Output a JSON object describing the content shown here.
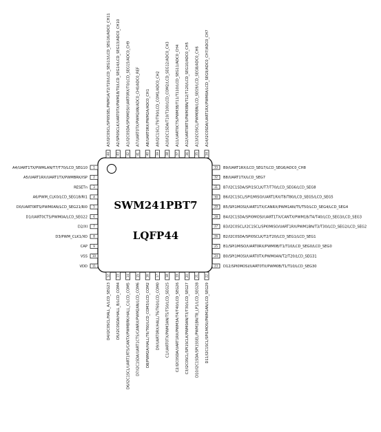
{
  "chip": {
    "part_number": "SWM241PBT7",
    "package": "LQFP44"
  },
  "colors": {
    "outline": "#000000",
    "text": "#111111",
    "background": "#ffffff"
  },
  "pins": {
    "left": [
      {
        "num": "1",
        "label": "A4/UART1TX/PWMLAN/T7/T70/LCD_SEG10"
      },
      {
        "num": "2",
        "label": "A5/UART1RX/UART1TX/PWMBRK/ISP"
      },
      {
        "num": "3",
        "label": "RESETn"
      },
      {
        "num": "4",
        "label": "A6/PWM_CLK0/LCD_SEG18/RI1"
      },
      {
        "num": "5",
        "label": "D0/UART0RTS/PWM0AN/LCD_SEG21/RI0"
      },
      {
        "num": "6",
        "label": "D1/UART0CTS/PWM0A/LCD_SEG22"
      },
      {
        "num": "7",
        "label": "D2/XI"
      },
      {
        "num": "8",
        "label": "D3/PWM_CLK1/XO"
      },
      {
        "num": "9",
        "label": "CAP"
      },
      {
        "num": "10",
        "label": "VSS"
      },
      {
        "num": "11",
        "label": "VDD"
      }
    ],
    "bottom": [
      {
        "num": "12",
        "label": "D4/I2C0SCL/HALL_A/LCD_SEG23"
      },
      {
        "num": "13",
        "label": "D5/I2C0SDA/HALL_B/LCD_COM4"
      },
      {
        "num": "14",
        "label": "D6/I2C1SCL/UART1RTS/CANTX/PWMBRK/HALL_C/LCD_COM5"
      },
      {
        "num": "15",
        "label": "D7/I2C1SDA/UART1CTS/CANRX/PWM2AN/LCD_COM6"
      },
      {
        "num": "16",
        "label": "D8/PWM2A/HALL/T6/T60/LCD_COM3/LCD_COM2"
      },
      {
        "num": "17",
        "label": "D9/UART0RX/HALL/T6/T60/LCD_COM0"
      },
      {
        "num": "18",
        "label": "C1/UART0TX/PWM3AN/T5/T50/LCD_SEG25"
      },
      {
        "num": "19",
        "label": "C2/I2C0SDA/UART1RX/PWM3A/T4/T40/LCD_SEG26"
      },
      {
        "num": "20",
        "label": "C3/I2C0SCL/SPI1SCLK/PWM0AN/T3/T30/LCD_SEG27"
      },
      {
        "num": "21",
        "label": "D10/I2C1SDA/SPI1SSEL/PWM1BN/T8_LP1/LCD_SEG28"
      },
      {
        "num": "22",
        "label": "D11/I2C1SCL/SPI1MOSI/PWM1AN/LCD_SEG29"
      }
    ],
    "right": [
      {
        "num": "33",
        "label": "B9/UART1RX/LCD_SEG7/LCD_SEG6/ADC0_CH8"
      },
      {
        "num": "32",
        "label": "B8/UART1TX/LCD_SEG7"
      },
      {
        "num": "31",
        "label": "B7/I2C1SDA/SPI1SCLK/T7/T70/LCD_SEG6/LCD_SEG8"
      },
      {
        "num": "30",
        "label": "B6/I2C1SCL/SPI1MISO/UART1RX/T8/T80/LCD_SEG5/LCD_SEG5"
      },
      {
        "num": "29",
        "label": "B5/SPI1MOSI/UART1TX/CANRX/PWM1AN/T5/T50/LCD_SEG4/LCD_SEG4"
      },
      {
        "num": "28",
        "label": "B4/I2C1SDA/SPI0MOSI/UART1TX/CANTX/PWM1B/T4/T40/LCD_SEG3/LCD_SEG3"
      },
      {
        "num": "27",
        "label": "B3/I2C0SCL/I2C1SCL/SPI0MISO/UART1RX/PWM1BN/T3/T30/LCD_SEG2/LCD_SEG2"
      },
      {
        "num": "26",
        "label": "B2/I2C0SDA/SPI0SCLK/T2/T20/LCD_SEG1/LCD_SEG1"
      },
      {
        "num": "25",
        "label": "B1/SPI1MISO/UART0RX/PWM0B/T1/T10/LCD_SEG0/LCD_SEG0"
      },
      {
        "num": "24",
        "label": "B0/SPI1MOSI/UART0TX/PWM0AN/T2/T20/LCD_SEG31"
      },
      {
        "num": "23",
        "label": "D12/SPI0MOSI/UART0TX/PWM0B/T1/T10/LCD_SEG30"
      }
    ],
    "top": [
      {
        "num": "44",
        "label": "A3/I2C0SCL/SPI0SSEL/PWM1A/T2/T20/LCD_SEG13/LCD_SEG16/ADC0_CH11"
      },
      {
        "num": "43",
        "label": "A2/SPI0SCLK/UART0TX/PWM1B/T0/LCD_SEG14/LCD_SEG13/ADC0_CH10"
      },
      {
        "num": "42",
        "label": "A1/I2C0SDA/SPI0MOSI/UART0RX/T0/LCD_SEG15/ADC0_CH9"
      },
      {
        "num": "41",
        "label": "A7/UART0TX/PWM2AN/ADC0_CH0/ADC0_REF"
      },
      {
        "num": "40",
        "label": "A8/UART0RX/PWM2A/ADC0_CH1"
      },
      {
        "num": "39",
        "label": "A9/I2C1SCL/T9/T90/LCD_COM1/ADC0_CH2"
      },
      {
        "num": "38",
        "label": "A10/I2C1SDA/T10/T100/LCD_COM2/LCD_SEG12/ADC0_CH3"
      },
      {
        "num": "37",
        "label": "A11/UART0CTS/PWM3B/T11/T110/LCD_SEG11/ADC0_CH4"
      },
      {
        "num": "36",
        "label": "A12/UART0RTS/PWM3BN/T12/T120/LCD_SEG10/ADC0_CH5"
      },
      {
        "num": "35",
        "label": "A13/I2C0SCL/PWM0BN/LCD_SEG9/LCD_SEG8/ADC0_CH6"
      },
      {
        "num": "34",
        "label": "A14/I2C0SDA/UART1RX/PWM0A/LCD_SEG9/ADC0_CH7/ADC0_CH7"
      }
    ]
  }
}
